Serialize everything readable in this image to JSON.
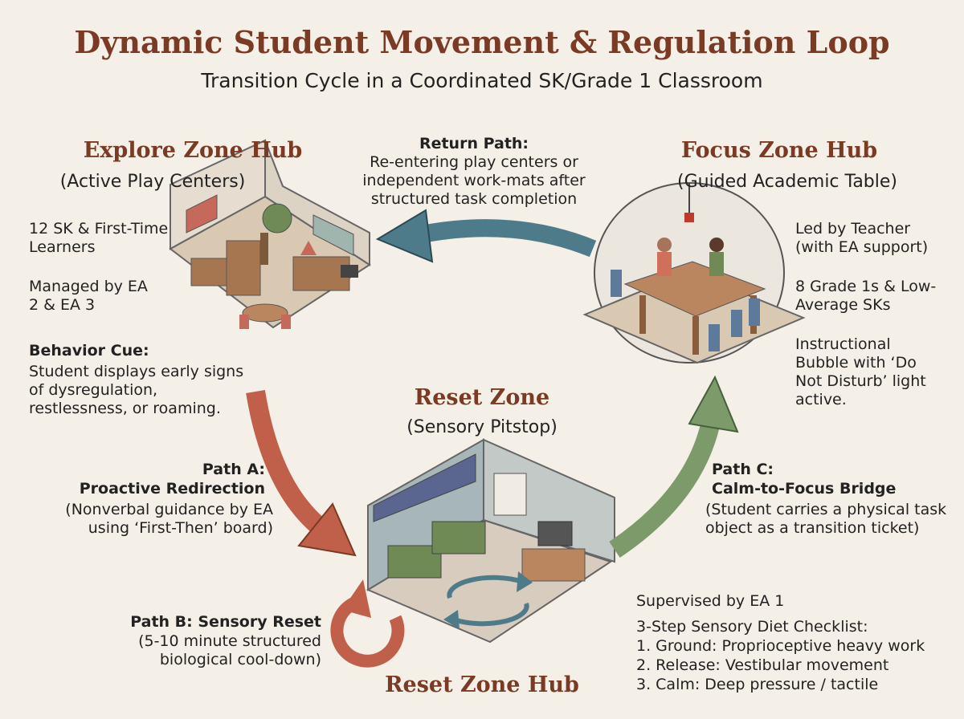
{
  "title": "Dynamic Student Movement & Regulation Loop",
  "subtitle": "Transition Cycle in a Coordinated SK/Grade 1 Classroom",
  "explore": {
    "title": "Explore Zone Hub",
    "subtitle": "(Active Play Centers)",
    "learners": "12 SK & First-Time Learners",
    "managed": "Managed by EA 2 & EA 3",
    "cue_label": "Behavior Cue:",
    "cue_text": "Student displays early signs of dysregulation, restlessness, or roaming."
  },
  "focus": {
    "title": "Focus Zone Hub",
    "subtitle": "(Guided Academic Table)",
    "led": "Led by Teacher (with EA support)",
    "students": "8 Grade 1s & Low-Average SKs",
    "bubble": "Instructional Bubble with ‘Do Not Disturb’ light active."
  },
  "return_path": {
    "label": "Return Path:",
    "text": "Re-entering play centers or independent work-mats after structured task completion"
  },
  "reset": {
    "title": "Reset Zone",
    "subtitle": "(Sensory Pitstop)",
    "hub_label": "Reset Zone Hub",
    "supervised": "Supervised by EA 1",
    "checklist_title": "3-Step Sensory Diet Checklist:",
    "checklist": [
      "1. Ground: Proprioceptive heavy work",
      "2. Release: Vestibular movement",
      "3. Calm: Deep pressure / tactile"
    ]
  },
  "path_a": {
    "label": "Path A:",
    "name": "Proactive Redirection",
    "text": "(Nonverbal guidance by EA using ‘First-Then’ board)"
  },
  "path_b": {
    "label": "Path B: Sensory Reset",
    "text": "(5-10 minute structured biological cool-down)"
  },
  "path_c": {
    "label": "Path C:",
    "name": "Calm-to-Focus Bridge",
    "text": "(Student carries a physical task object as a transition ticket)"
  },
  "colors": {
    "title": "#7a3a24",
    "path_a": "#c0604a",
    "path_c": "#7d9a6a",
    "return": "#4e7b8a"
  },
  "icons": [
    "curved-arrow-icon",
    "cycle-arrows-icon"
  ]
}
